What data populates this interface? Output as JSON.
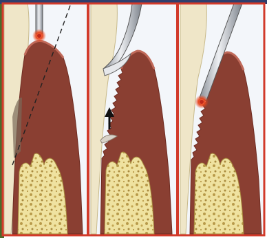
{
  "figure": {
    "panels": [
      {
        "id": "panel-1",
        "step": "laser-tip-positioned-at-gingival-margin",
        "tool": "laser-fiber-icon",
        "marks": [
          "dashed-incision-guide-line",
          "red-glow-at-tip"
        ]
      },
      {
        "id": "panel-2",
        "step": "tissue-flap-peeled-back",
        "tool": "curette-icon",
        "marks": [
          "up-arrow-icon",
          "detached-tissue-flap"
        ]
      },
      {
        "id": "panel-3",
        "step": "laser-tip-inserted-into-pocket",
        "tool": "laser-fiber-icon",
        "marks": [
          "red-glow-at-tip"
        ]
      }
    ],
    "colors": {
      "frame": "#d23a2a",
      "background": "#f3f6fa",
      "tooth": "#efe6c8",
      "gum": "#8a3f32",
      "bone": "#efe2a0",
      "glow": "#e8461e",
      "steel": "#c8ccd3"
    }
  }
}
